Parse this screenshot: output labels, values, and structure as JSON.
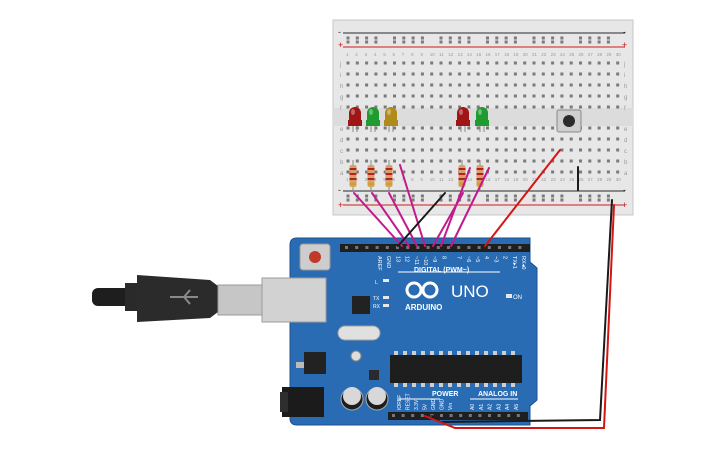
{
  "breadboard": {
    "rail_plus": "+",
    "rail_minus": "-",
    "row_letters_top": [
      "j",
      "i",
      "h",
      "g",
      "f"
    ],
    "row_letters_bottom": [
      "e",
      "d",
      "c",
      "b",
      "a"
    ],
    "column_numbers": [
      "1",
      "2",
      "3",
      "4",
      "5",
      "6",
      "7",
      "8",
      "9",
      "10",
      "11",
      "12",
      "13",
      "14",
      "15",
      "16",
      "17",
      "18",
      "19",
      "20",
      "21",
      "22",
      "23",
      "24",
      "25",
      "26",
      "27",
      "28",
      "29",
      "30"
    ]
  },
  "leds": [
    {
      "color": "#a01515",
      "label": "red LED 1"
    },
    {
      "color": "#1f9b2f",
      "label": "green LED 1"
    },
    {
      "color": "#b08a1a",
      "label": "yellow LED"
    },
    {
      "color": "#a01515",
      "label": "red LED 2"
    },
    {
      "color": "#1f9b2f",
      "label": "green LED 2"
    }
  ],
  "colors": {
    "board": "#2a6cb3",
    "board_dark": "#1d5496",
    "wire_magenta": "#c21a8c",
    "wire_red": "#d51515",
    "wire_black": "#1a1a1a",
    "breadboard": "#e6e6e6"
  },
  "arduino": {
    "brand": "ARDUINO",
    "model": "UNO",
    "digital_label": "DIGITAL (PWM~)",
    "power_label": "POWER",
    "analog_label": "ANALOG IN",
    "on_label": "ON",
    "tx_label": "TX",
    "rx_label": "RX",
    "l_label": "L",
    "digital_pins": [
      "AREF",
      "GND",
      "13",
      "12",
      "~11",
      "~10",
      "~9",
      "8",
      "7",
      "~6",
      "~5",
      "4",
      "~3",
      "2",
      "TX▸1",
      "RX◂0"
    ],
    "power_pins": [
      "IOREF",
      "RESET",
      "3.3V",
      "5V",
      "GND",
      "GND",
      "Vin"
    ],
    "analog_pins": [
      "A0",
      "A1",
      "A2",
      "A3",
      "A4",
      "A5"
    ]
  }
}
